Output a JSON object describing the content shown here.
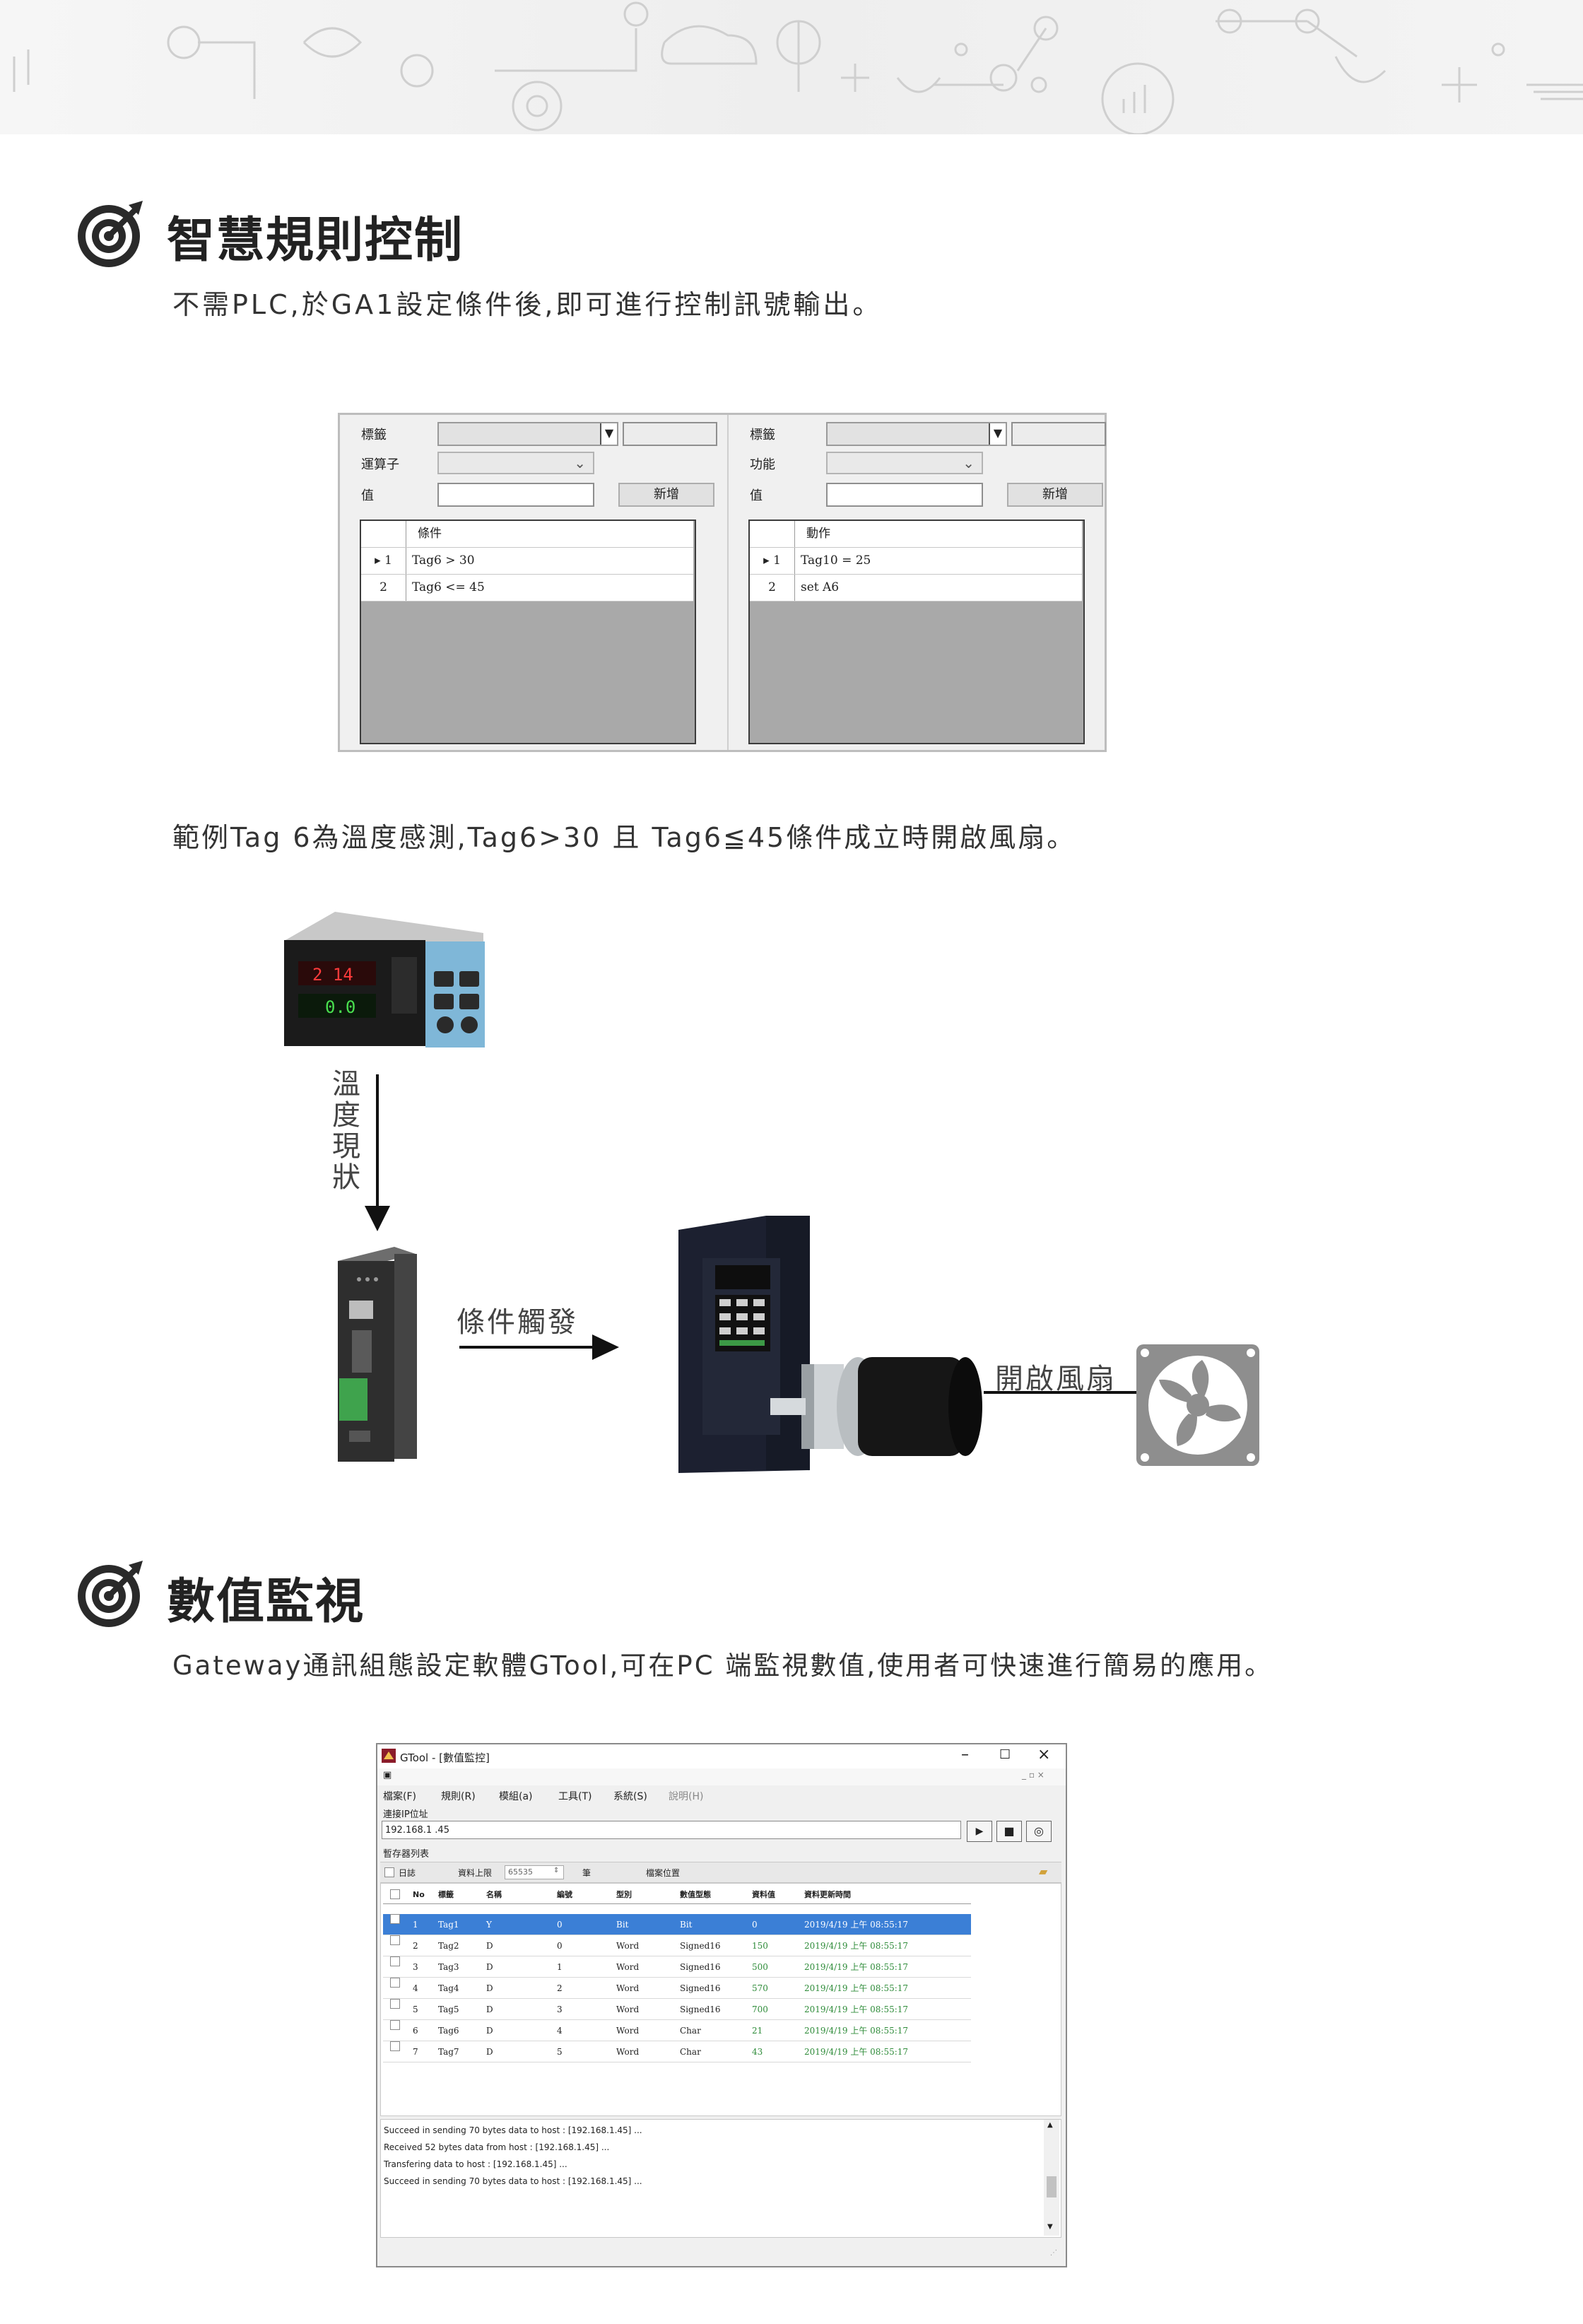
{
  "section1": {
    "title": "智慧規則控制",
    "subtitle": "不需PLC,於GA1設定條件後,即可進行控制訊號輸出。"
  },
  "rule_editor": {
    "condition_panel": {
      "tag_label": "標籤",
      "operator_label": "運算子",
      "value_label": "值",
      "add_button": "新增",
      "column_header": "條件",
      "rows": [
        {
          "index": "1",
          "text": "Tag6 > 30",
          "current": true
        },
        {
          "index": "2",
          "text": "Tag6 <= 45",
          "current": false
        }
      ]
    },
    "action_panel": {
      "tag_label": "標籤",
      "function_label": "功能",
      "value_label": "值",
      "add_button": "新增",
      "column_header": "動作",
      "rows": [
        {
          "index": "1",
          "text": "Tag10 = 25",
          "current": true
        },
        {
          "index": "2",
          "text": "set A6",
          "current": false
        }
      ]
    }
  },
  "example_caption": "範例Tag 6為溫度感測,Tag6>30 且 Tag6≦45條件成立時開啟風扇。",
  "diagram": {
    "temp_state_label": "溫度現狀",
    "temp_state_chars": [
      "溫",
      "度",
      "現",
      "狀"
    ],
    "controller_display": {
      "top": "2 14",
      "bottom": "0.0"
    },
    "trigger_label": "條件觸發",
    "fan_label": "開啟風扇"
  },
  "section2": {
    "title": "數值監視",
    "subtitle": "Gateway通訊組態設定軟體GTool,可在PC 端監視數值,使用者可快速進行簡易的應用。"
  },
  "gtool": {
    "window_title": "GTool - [數值監控]",
    "menu": [
      "檔案(F)",
      "規則(R)",
      "模組(a)",
      "工具(T)",
      "系統(S)",
      "說明(H)"
    ],
    "ip_label": "連接IP位址",
    "ip_value": "192.168.1 .45",
    "register_list_label": "暫存器列表",
    "log_label": "日誌",
    "data_limit_label": "資料上限",
    "data_limit_value": "65535",
    "unit_label": "筆",
    "file_location_label": "檔案位置",
    "columns": [
      "No",
      "標籤",
      "名稱",
      "編號",
      "型別",
      "數值型態",
      "資料值",
      "資料更新時間"
    ],
    "rows": [
      {
        "no": "1",
        "tag": "Tag1",
        "name": "Y",
        "id": "0",
        "type": "Bit",
        "vtype": "Bit",
        "value": "0",
        "time": "2019/4/19 上午 08:55:17",
        "selected": true
      },
      {
        "no": "2",
        "tag": "Tag2",
        "name": "D",
        "id": "0",
        "type": "Word",
        "vtype": "Signed16",
        "value": "150",
        "time": "2019/4/19 上午 08:55:17",
        "selected": false
      },
      {
        "no": "3",
        "tag": "Tag3",
        "name": "D",
        "id": "1",
        "type": "Word",
        "vtype": "Signed16",
        "value": "500",
        "time": "2019/4/19 上午 08:55:17",
        "selected": false
      },
      {
        "no": "4",
        "tag": "Tag4",
        "name": "D",
        "id": "2",
        "type": "Word",
        "vtype": "Signed16",
        "value": "570",
        "time": "2019/4/19 上午 08:55:17",
        "selected": false
      },
      {
        "no": "5",
        "tag": "Tag5",
        "name": "D",
        "id": "3",
        "type": "Word",
        "vtype": "Signed16",
        "value": "700",
        "time": "2019/4/19 上午 08:55:17",
        "selected": false
      },
      {
        "no": "6",
        "tag": "Tag6",
        "name": "D",
        "id": "4",
        "type": "Word",
        "vtype": "Char",
        "value": "21",
        "time": "2019/4/19 上午 08:55:17",
        "selected": false
      },
      {
        "no": "7",
        "tag": "Tag7",
        "name": "D",
        "id": "5",
        "type": "Word",
        "vtype": "Char",
        "value": "43",
        "time": "2019/4/19 上午 08:55:17",
        "selected": false
      }
    ],
    "log": [
      "Succeed in sending 70 bytes data to host : [192.168.1.45] ...",
      "Received 52 bytes data from host : [192.168.1.45] ...",
      "Transfering data to host : [192.168.1.45] ...",
      "Succeed in sending 70 bytes data to host : [192.168.1.45] ..."
    ]
  },
  "colors": {
    "accent": "#333333",
    "selection": "#3b7fd6",
    "value_green": "#2f8c3a"
  }
}
